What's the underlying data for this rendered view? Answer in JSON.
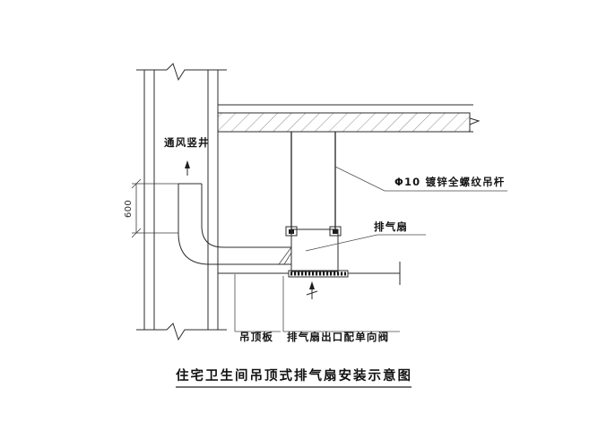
{
  "drawing": {
    "title": "住宅卫生间吊顶式排气扇安装示意图",
    "background_color": "#ffffff",
    "line_color": "#2b2b2b",
    "labels": {
      "shaft": "通风竖井",
      "hanger_rod": "Φ10  镀锌全螺纹吊杆",
      "exhaust_fan": "排气扇",
      "ceiling_board": "吊顶板",
      "fan_outlet_valve": "排气扇出口配单向阀"
    },
    "dimensions": {
      "duct_height": "600"
    },
    "elements": {
      "wall_break_top": "break-symbol",
      "wall_break_bottom": "break-symbol",
      "slab_break_right": "break-symbol",
      "airflow_arrow_duct": "up-arrow",
      "airflow_arrow_grille": "up-arrow",
      "hatch_pattern": "diagonal-hatch",
      "grille": "louver-grille"
    }
  }
}
